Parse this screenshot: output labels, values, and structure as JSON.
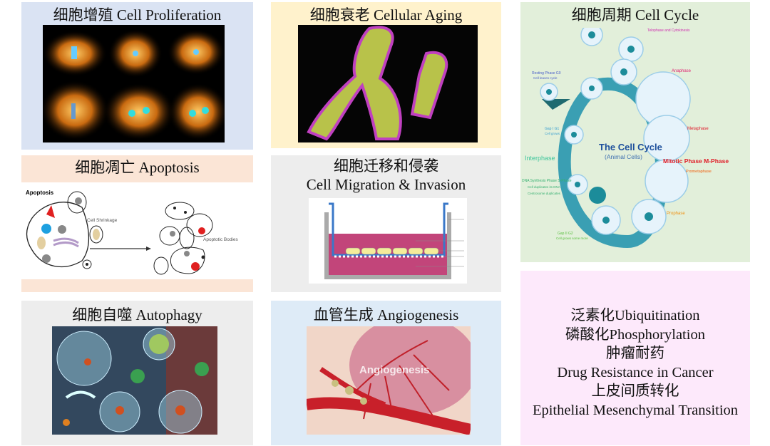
{
  "panels": {
    "proliferation": {
      "title": "细胞增殖   Cell Proliferation",
      "bg": "#dae3f3"
    },
    "aging": {
      "title": "细胞衰老  Cellular Aging",
      "bg": "#fff2cc"
    },
    "cell_cycle": {
      "title": "细胞周期  Cell Cycle",
      "bg": "#e2efda",
      "diagram": {
        "heading": "The Cell Cycle",
        "subheading": "(Animal Cells)",
        "interphase": "Interphase",
        "mitotic": "Mitotic Phase M-Phase",
        "resting": "Resting Phase G0",
        "resting_note": "Cell leaves cycle",
        "gap1": "Gap I G1",
        "gap1_note": "Cell grows",
        "dna": "DNA Synthesis Phase S-Phase",
        "dna_note1": "Cell duplicates its DNA",
        "dna_note2": "Centrosome duplicates",
        "gap2": "Gap II G2",
        "gap2_note": "Cell grows some more",
        "telophase": "Telophase and Cytokinesis",
        "anaphase": "Anaphase",
        "metaphase": "Metaphase",
        "prometaphase": "Prometaphase",
        "prophase": "Prophase"
      }
    },
    "apoptosis": {
      "title": "细胞凋亡  Apoptosis",
      "bg": "#fbe5d6",
      "diagram": {
        "label": "Apoptosis",
        "shrinkage": "Cell Shrinkage",
        "bodies": "Apoptotic Bodies"
      }
    },
    "migration": {
      "title_line1": "细胞迁移和侵袭",
      "title_line2": "Cell Migration & Invasion",
      "bg": "#ededed"
    },
    "topics": {
      "bg": "#fde9fb",
      "items": [
        "泛素化Ubiquitination",
        "磷酸化Phosphorylation",
        "肿瘤耐药",
        "Drug Resistance in Cancer",
        "上皮间质转化",
        "Epithelial Mesenchymal Transition"
      ]
    },
    "autophagy": {
      "title": "细胞自噬  Autophagy",
      "bg": "#ededed"
    },
    "angiogenesis": {
      "title": "血管生成  Angiogenesis",
      "bg": "#deebf7",
      "image_label": "Angiogenesis"
    }
  }
}
